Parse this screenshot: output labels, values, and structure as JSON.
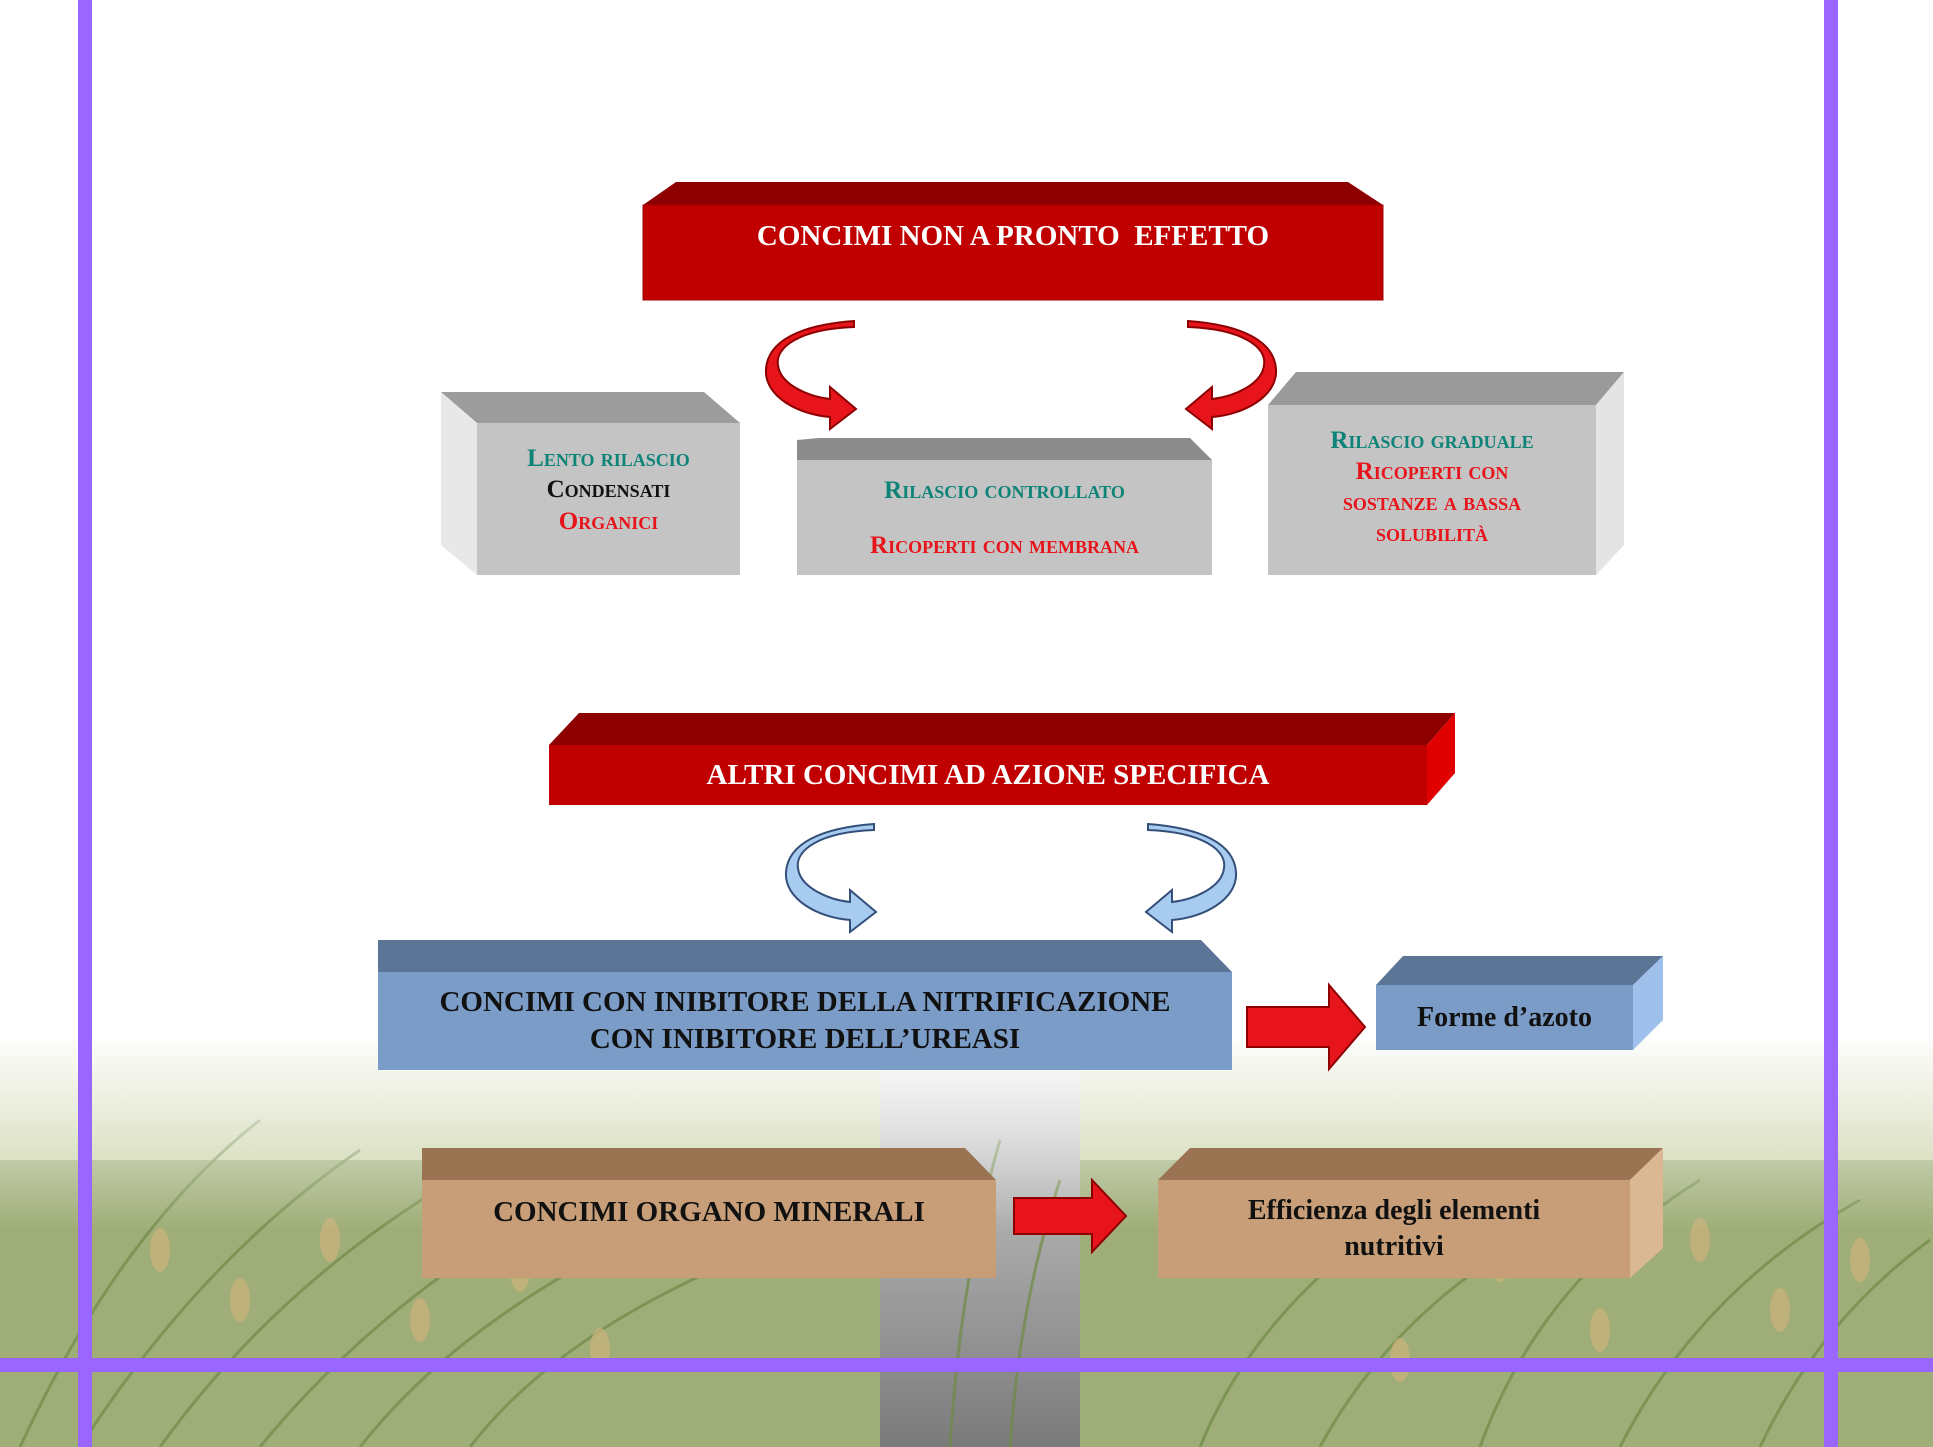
{
  "colors": {
    "frame_purple": "#9966ff",
    "banner_red": "#c00000",
    "banner_red_dark": "#8e0000",
    "box_gray": "#c4c4c4",
    "box_blue": "#7a9cc6",
    "box_tan": "#c89e78",
    "teal_text": "#0e8378",
    "red_text": "#e8141b"
  },
  "top_section": {
    "banner": "CONCIMI NON A PRONTO  EFFETTO",
    "left_box": {
      "line1": "Lento rilascio",
      "line2": "Condensati",
      "line3": "Organici"
    },
    "center_box": {
      "line1": "Rilascio controllato",
      "line2": "Ricoperti con membrana"
    },
    "right_box": {
      "line1": "Rilascio graduale",
      "line2": "Ricoperti con",
      "line3": "sostanze a bassa",
      "line4": "solubilità"
    },
    "arrow_icons": [
      "red-curved-arrow-icon",
      "red-curved-arrow-icon"
    ]
  },
  "bottom_section": {
    "banner": "ALTRI CONCIMI AD AZIONE SPECIFICA",
    "arrow_icons": [
      "blue-curved-arrow-icon",
      "blue-curved-arrow-icon"
    ],
    "inhibitor_box": {
      "line1": "CONCIMI CON INIBITORE DELLA NITRIFICAZIONE",
      "line2": "CON INIBITORE DELL’UREASI"
    },
    "nitrogen_box": "Forme d’azoto",
    "organo_box": "CONCIMI ORGANO MINERALI",
    "efficiency_box": {
      "line1": "Efficienza degli elementi",
      "line2": "nutritivi"
    }
  }
}
